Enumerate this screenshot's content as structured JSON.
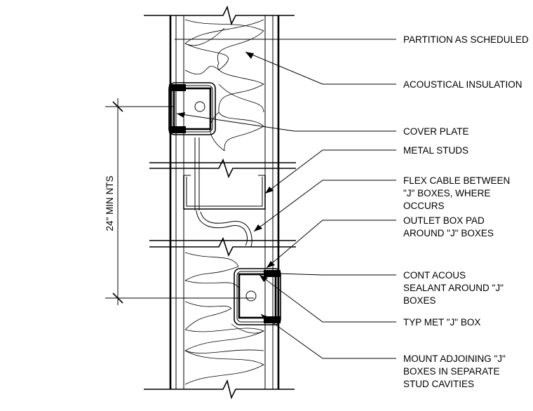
{
  "dimension": {
    "label": "24\" MIN NTS"
  },
  "notes": [
    {
      "id": "partition",
      "lines": [
        "PARTITION AS SCHEDULED"
      ]
    },
    {
      "id": "insulation",
      "lines": [
        "ACOUSTICAL INSULATION"
      ]
    },
    {
      "id": "cover-plate",
      "lines": [
        "COVER PLATE"
      ]
    },
    {
      "id": "metal-studs",
      "lines": [
        "METAL STUDS"
      ]
    },
    {
      "id": "flex-cable",
      "lines": [
        "FLEX CABLE BETWEEN",
        "\"J\" BOXES, WHERE",
        "OCCURS"
      ]
    },
    {
      "id": "outlet-pad",
      "lines": [
        "OUTLET BOX PAD",
        "AROUND \"J\" BOXES"
      ]
    },
    {
      "id": "sealant",
      "lines": [
        "CONT ACOUS",
        "SEALANT  AROUND \"J\"",
        "BOXES"
      ]
    },
    {
      "id": "j-box",
      "lines": [
        "TYP MET \"J\" BOX"
      ]
    },
    {
      "id": "mount",
      "lines": [
        "MOUNT ADJOINING \"J\"",
        "BOXES IN SEPARATE",
        "STUD  CAVITIES"
      ]
    }
  ]
}
